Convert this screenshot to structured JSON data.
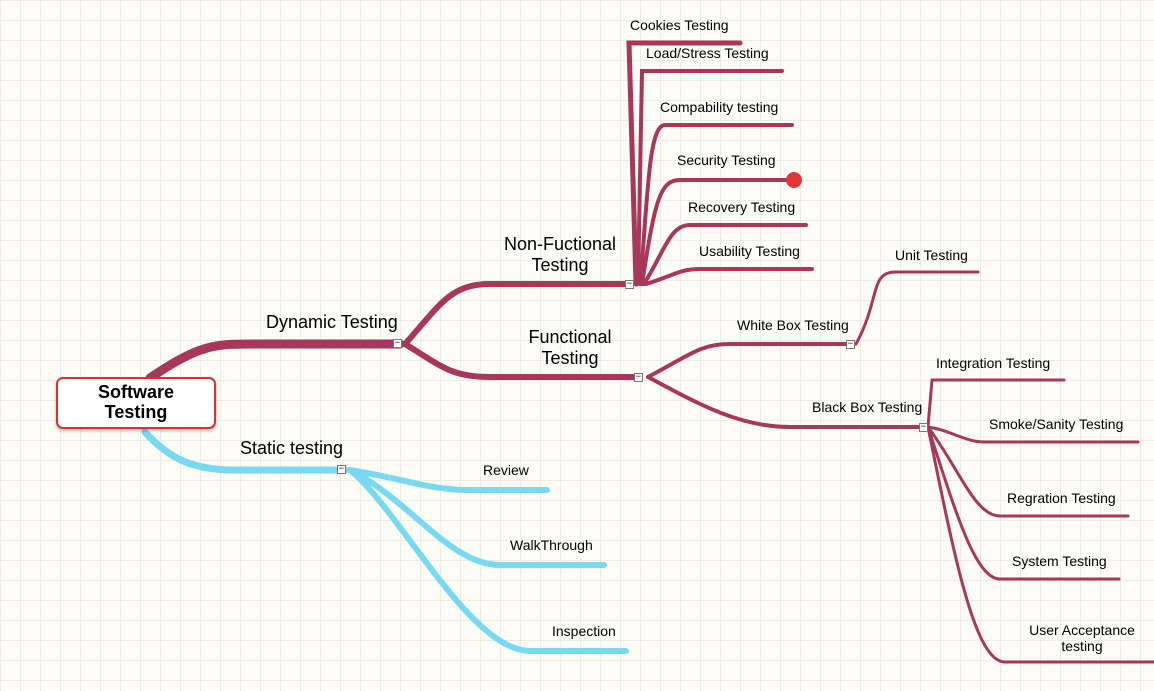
{
  "colors": {
    "dynamic": "#a8385a",
    "static": "#79d9f0",
    "root_border": "#d93030",
    "marker": "#e23636"
  },
  "root": {
    "label": "Software Testing"
  },
  "branches": {
    "dynamic": "Dynamic Testing",
    "static": "Static testing",
    "non_functional": "Non-Fuctional Testing",
    "functional": "Functional Testing",
    "white_box": "White Box Testing",
    "black_box": "Black Box Testing"
  },
  "non_functional_items": [
    "Cookies Testing",
    "Load/Stress Testing",
    "Compability testing",
    "Security Testing",
    "Recovery Testing",
    "Usability Testing"
  ],
  "white_box_items": [
    "Unit Testing"
  ],
  "black_box_items": [
    "Integration Testing",
    "Smoke/Sanity Testing",
    "Regration Testing",
    "System Testing",
    "User Acceptance testing"
  ],
  "static_items": [
    "Review",
    "WalkThrough",
    "Inspection"
  ],
  "collapse_glyph": "−",
  "marker_icon": "red-dot-marker"
}
